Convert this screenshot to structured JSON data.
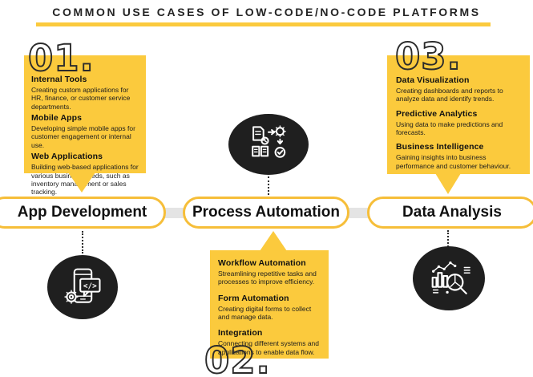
{
  "title": {
    "regular": "COMMON USE CASES OF ",
    "bold": "LOW-CODE/NO-CODE PLATFORMS"
  },
  "colors": {
    "accent_yellow": "#FBCA3D",
    "pill_border_yellow": "#F6BE39",
    "dark_blob": "#1F1F1F",
    "connector_gray": "#E4E4E4",
    "text_black": "#1C1C1C"
  },
  "sections": [
    {
      "number": "01.",
      "label": "App Development",
      "icon": "smartphone-code-gear-icon",
      "items": [
        {
          "heading": "Internal Tools",
          "text": "Creating custom applications for HR, finance, or customer service departments."
        },
        {
          "heading": "Mobile Apps",
          "text": "Developing simple mobile apps for customer engagement or internal use."
        },
        {
          "heading": "Web Applications",
          "text": "Building web-based applications for various business needs, such as inventory management or sales tracking."
        }
      ]
    },
    {
      "number": "02.",
      "label": "Process Automation",
      "icon": "document-gear-checkmark-icon",
      "items": [
        {
          "heading": "Workflow Automation",
          "text": "Streamlining repetitive tasks and processes to improve efficiency."
        },
        {
          "heading": "Form Automation",
          "text": "Creating digital forms to collect and manage data."
        },
        {
          "heading": "Integration",
          "text": "Connecting different systems and applications to enable data flow."
        }
      ]
    },
    {
      "number": "03.",
      "label": "Data Analysis",
      "icon": "chart-magnifier-icon",
      "items": [
        {
          "heading": "Data Visualization",
          "text": "Creating dashboards and reports to analyze data and identify trends."
        },
        {
          "heading": "Predictive Analytics",
          "text": "Using data to make predictions and forecasts."
        },
        {
          "heading": "Business Intelligence",
          "text": "Gaining insights into business performance and customer behaviour."
        }
      ]
    }
  ]
}
